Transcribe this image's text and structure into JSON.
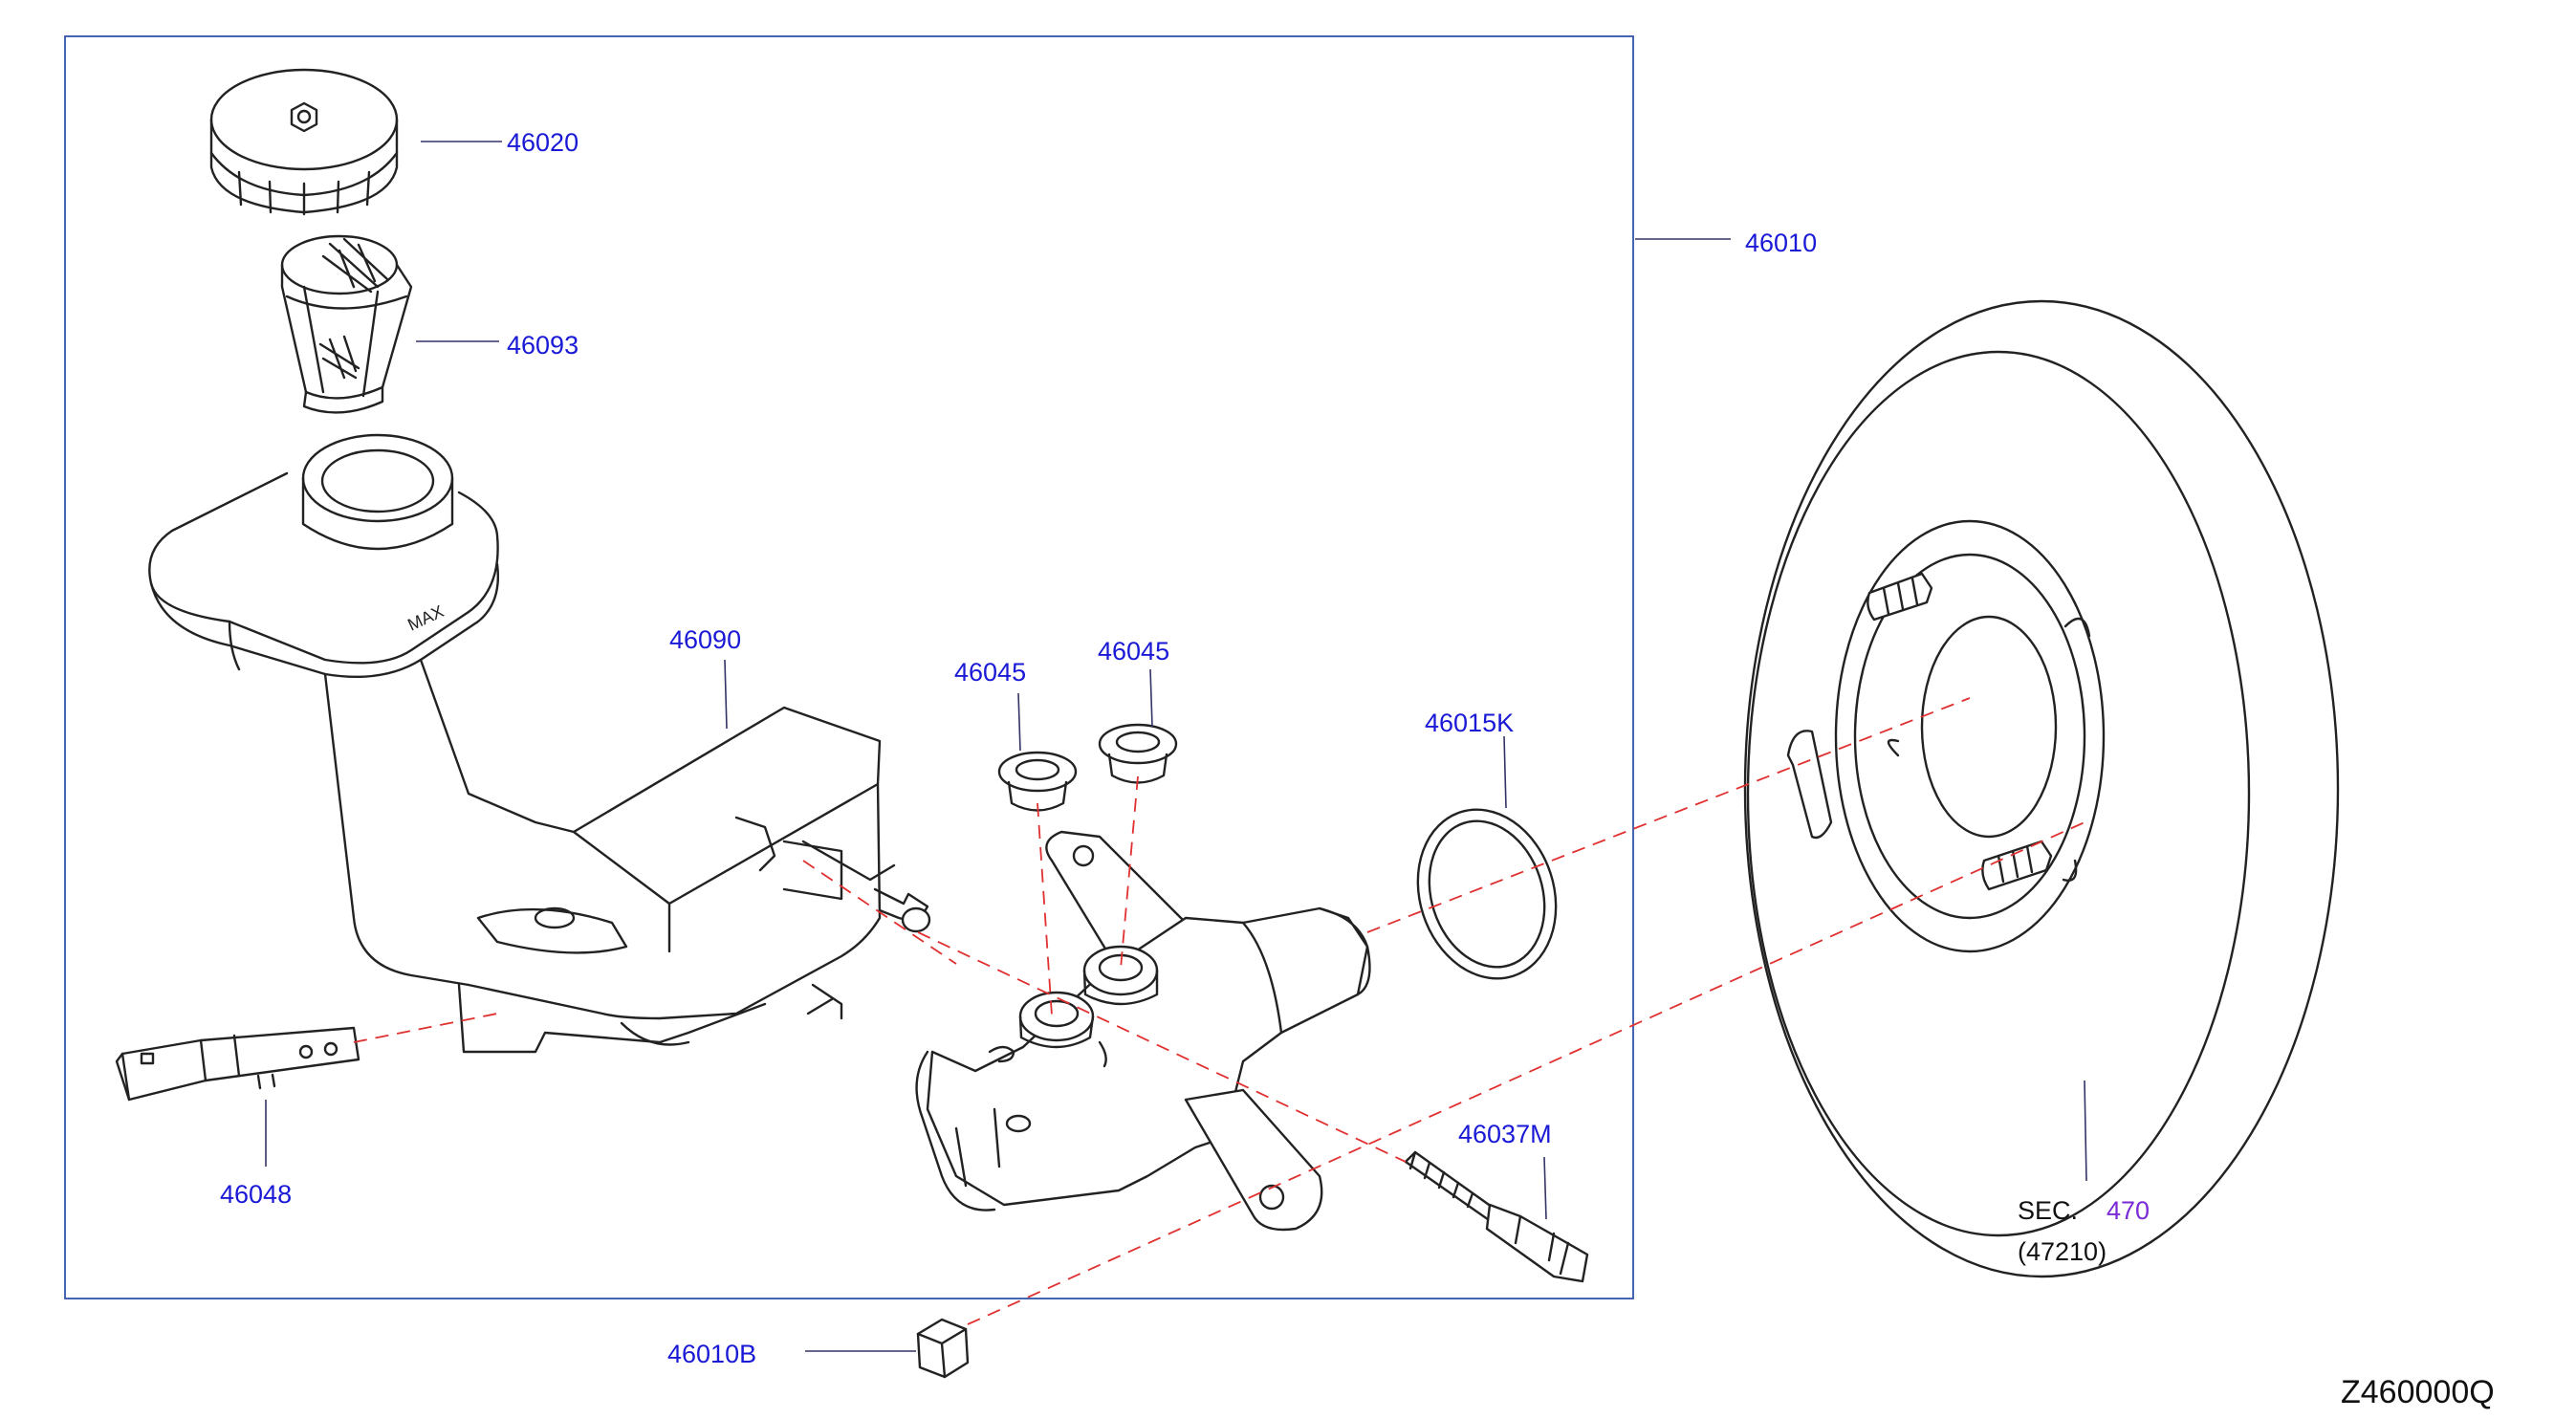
{
  "diagram": {
    "code": "Z460000Q",
    "labels": {
      "cap": "46020",
      "strainer": "46093",
      "assembly": "46010",
      "reservoir": "46090",
      "grommet_left": "46045",
      "grommet_right": "46045",
      "o_ring": "46015K",
      "pin": "46048",
      "bolt": "46037M",
      "nut": "46010B",
      "sec_prefix": "SEC.",
      "sec_number": "470",
      "sec_ref": "(47210)"
    },
    "colors": {
      "label": "#1a1ad6",
      "section_link": "#7a2bd6",
      "leader_dash": "#e03030",
      "frame": "#3355aa"
    }
  }
}
